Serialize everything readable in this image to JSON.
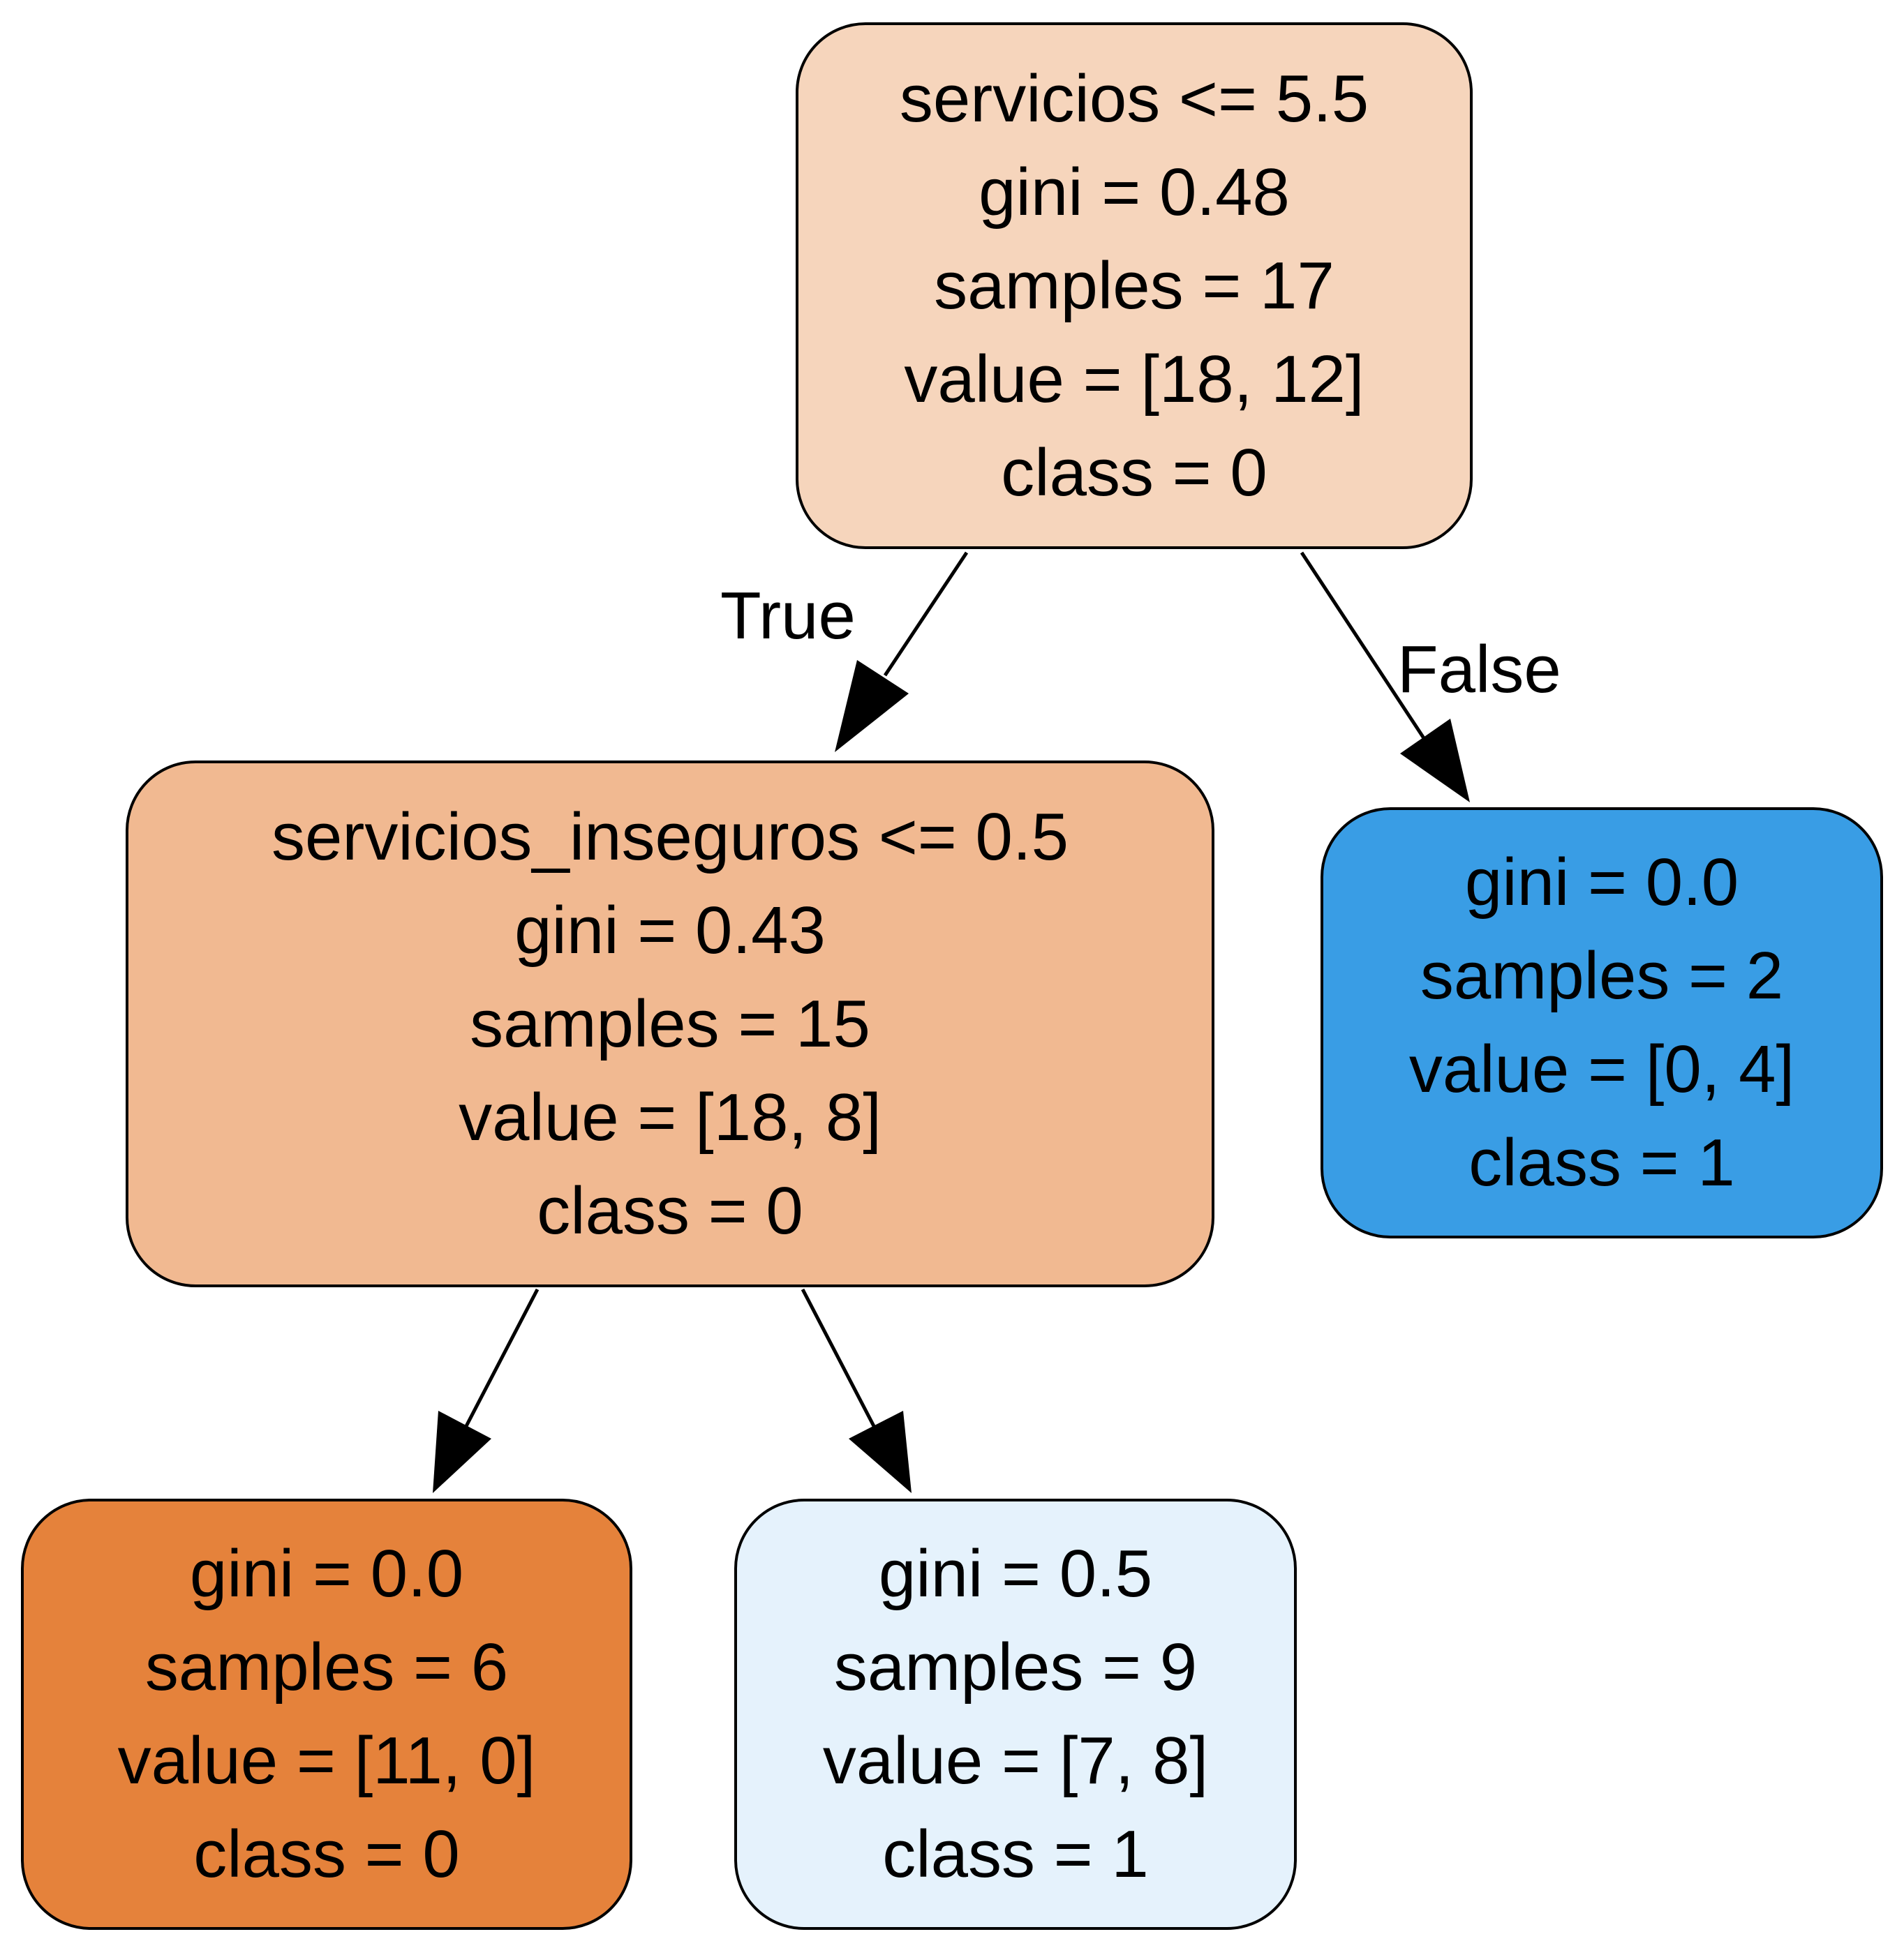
{
  "colors": {
    "root_fill": "#f6d5bc",
    "internal_fill": "#f1b991",
    "leaf_class0_fill": "#e5823b",
    "leaf_class1_pure_fill": "#399de5",
    "leaf_class1_mixed_fill": "#e5f2fc",
    "stroke": "#000000"
  },
  "nodes": [
    {
      "id": "root",
      "split": "servicios <= 5.5",
      "gini": "gini = 0.48",
      "samples": "samples = 17",
      "value": "value = [18, 12]",
      "class": "class = 0"
    },
    {
      "id": "left",
      "split": "servicios_inseguros <= 0.5",
      "gini": "gini = 0.43",
      "samples": "samples = 15",
      "value": "value = [18, 8]",
      "class": "class = 0"
    },
    {
      "id": "right",
      "gini": "gini = 0.0",
      "samples": "samples = 2",
      "value": "value = [0, 4]",
      "class": "class = 1"
    },
    {
      "id": "left-left",
      "gini": "gini = 0.0",
      "samples": "samples = 6",
      "value": "value = [11, 0]",
      "class": "class = 0"
    },
    {
      "id": "left-right",
      "gini": "gini = 0.5",
      "samples": "samples = 9",
      "value": "value = [7, 8]",
      "class": "class = 1"
    }
  ],
  "edges": [
    {
      "from": "root",
      "to": "left",
      "label": "True"
    },
    {
      "from": "root",
      "to": "right",
      "label": "False"
    },
    {
      "from": "left",
      "to": "left-left",
      "label": ""
    },
    {
      "from": "left",
      "to": "left-right",
      "label": ""
    }
  ]
}
